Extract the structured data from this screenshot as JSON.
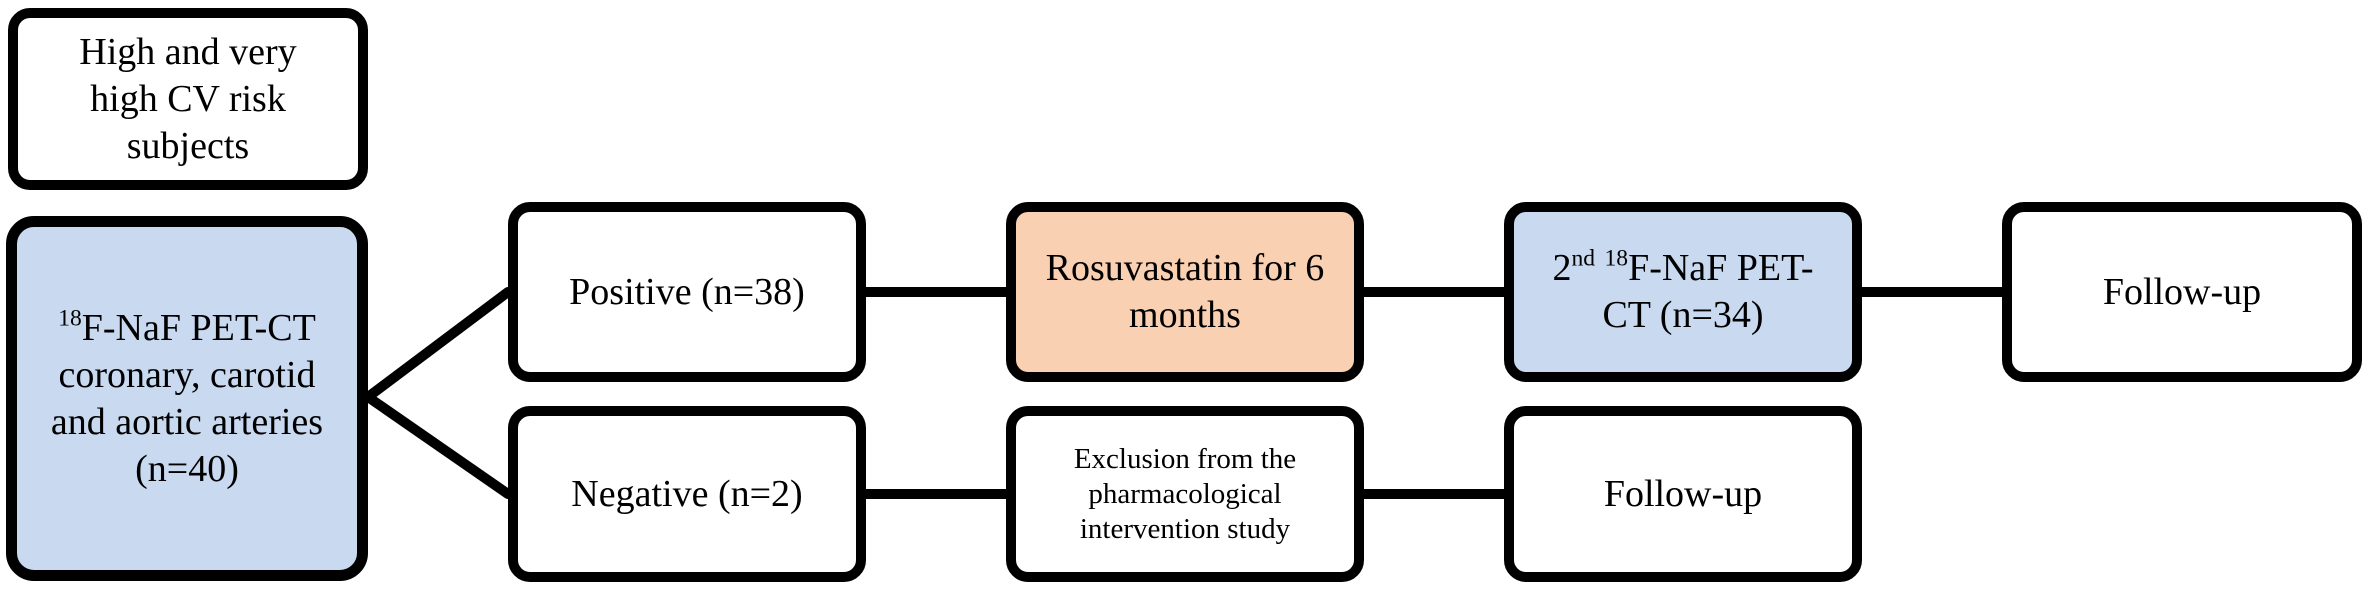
{
  "colors": {
    "border": "#000000",
    "connector": "#000000",
    "box_default": "#ffffff",
    "box_blue": "#c9d9f0",
    "box_orange": "#f9d0b1"
  },
  "boxes": {
    "population": {
      "lines": [
        "High and very",
        "high CV risk",
        "subjects"
      ]
    },
    "imaging": {
      "isotope": "18",
      "lines": [
        "F-NaF PET-CT",
        "coronary, carotid",
        "and aortic arteries",
        "(n=40)"
      ]
    },
    "positive": {
      "text": "Positive (n=38)"
    },
    "negative": {
      "text": "Negative (n=2)"
    },
    "rosuvastatin": {
      "lines": [
        "Rosuvastatin for 6",
        "months"
      ]
    },
    "exclusion": {
      "lines": [
        "Exclusion from the",
        "pharmacological",
        "intervention study"
      ]
    },
    "second_scan": {
      "ordinal": "2",
      "ordinal_suffix": "nd",
      "isotope": "18",
      "lines": [
        "F-NaF PET-",
        "CT (n=34)"
      ]
    },
    "followup_top": {
      "text": "Follow-up"
    },
    "followup_bottom": {
      "text": "Follow-up"
    }
  }
}
